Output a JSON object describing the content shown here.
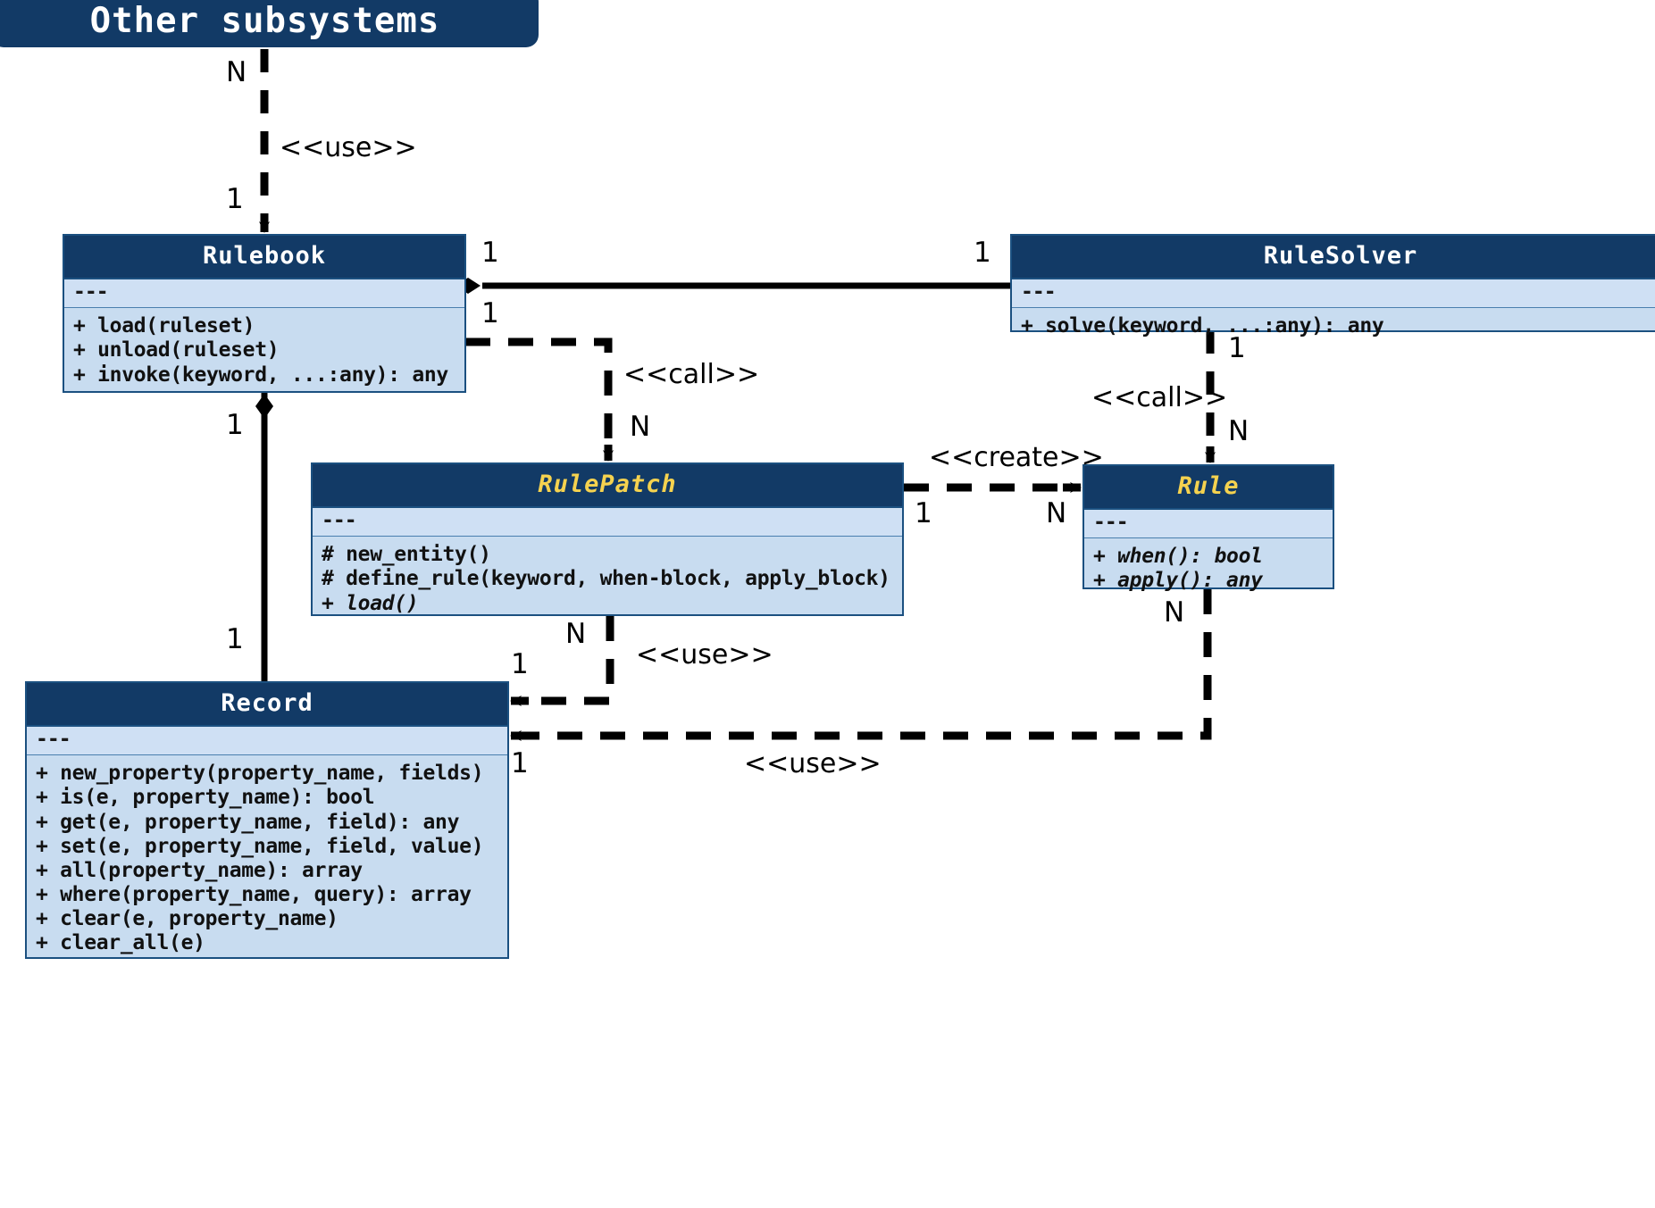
{
  "diagram": {
    "type": "uml-class-diagram",
    "banner": {
      "label": "Other subsystems"
    },
    "classes": [
      {
        "id": "rulebook",
        "name": "Rulebook",
        "abstract": false,
        "attributes": "---",
        "methods": [
          {
            "text": "+ load(ruleset)",
            "abstract": false
          },
          {
            "text": "+ unload(ruleset)",
            "abstract": false
          },
          {
            "text": "+ invoke(keyword, ...:any): any",
            "abstract": false
          }
        ]
      },
      {
        "id": "rulesolver",
        "name": "RuleSolver",
        "abstract": false,
        "attributes": "---",
        "methods": [
          {
            "text": "+ solve(keyword, ...:any): any",
            "abstract": false
          }
        ]
      },
      {
        "id": "rulepatch",
        "name": "RulePatch",
        "abstract": true,
        "attributes": "---",
        "methods": [
          {
            "text": "# new_entity()",
            "abstract": false
          },
          {
            "text": "# define_rule(keyword, when-block, apply_block)",
            "abstract": false
          },
          {
            "text": "+ load()",
            "abstract": true
          }
        ]
      },
      {
        "id": "rule",
        "name": "Rule",
        "abstract": true,
        "attributes": "---",
        "methods": [
          {
            "text": "+ when(): bool",
            "abstract": true
          },
          {
            "text": "+ apply(): any",
            "abstract": true
          }
        ]
      },
      {
        "id": "record",
        "name": "Record",
        "abstract": false,
        "attributes": "---",
        "methods": [
          {
            "text": "+ new_property(property_name, fields)",
            "abstract": false
          },
          {
            "text": "+ is(e, property_name): bool",
            "abstract": false
          },
          {
            "text": "+ get(e, property_name, field): any",
            "abstract": false
          },
          {
            "text": "+ set(e, property_name, field, value)",
            "abstract": false
          },
          {
            "text": "+ all(property_name): array",
            "abstract": false
          },
          {
            "text": "+ where(property_name, query): array",
            "abstract": false
          },
          {
            "text": "+ clear(e, property_name)",
            "abstract": false
          },
          {
            "text": "+ clear_all(e)",
            "abstract": false
          }
        ]
      }
    ],
    "relationships": [
      {
        "id": "subsystems-rulebook",
        "from": "Other subsystems",
        "to": "Rulebook",
        "stereotype": "<<use>>",
        "style": "dashed-arrow",
        "from_mult": "N",
        "to_mult": "1"
      },
      {
        "id": "rulebook-rulesolver",
        "from": "Rulebook",
        "to": "RuleSolver",
        "stereotype": "",
        "style": "composition",
        "from_mult": "1",
        "to_mult": "1"
      },
      {
        "id": "rulebook-rulepatch",
        "from": "Rulebook",
        "to": "RulePatch",
        "stereotype": "<<call>>",
        "style": "dashed-arrow",
        "from_mult": "1",
        "to_mult": "N"
      },
      {
        "id": "rulesolver-rule",
        "from": "RuleSolver",
        "to": "Rule",
        "stereotype": "<<call>>",
        "style": "dashed-arrow",
        "from_mult": "1",
        "to_mult": "N"
      },
      {
        "id": "rulepatch-rule",
        "from": "RulePatch",
        "to": "Rule",
        "stereotype": "<<create>>",
        "style": "dashed-arrow",
        "from_mult": "1",
        "to_mult": "N"
      },
      {
        "id": "rulebook-record",
        "from": "Rulebook",
        "to": "Record",
        "stereotype": "",
        "style": "composition",
        "from_mult": "1",
        "to_mult": "1"
      },
      {
        "id": "rulepatch-record",
        "from": "RulePatch",
        "to": "Record",
        "stereotype": "<<use>>",
        "style": "dashed-arrow",
        "from_mult": "N",
        "to_mult": "1"
      },
      {
        "id": "rule-record",
        "from": "Rule",
        "to": "Record",
        "stereotype": "<<use>>",
        "style": "dashed-arrow",
        "from_mult": "N",
        "to_mult": "1"
      }
    ],
    "edge_labels": {
      "use_top": "<<use>>",
      "call_rulebook_rulepatch": "<<call>>",
      "call_rulesolver_rule": "<<call>>",
      "create_rulepatch_rule": "<<create>>",
      "use_rulepatch_record": "<<use>>",
      "use_rule_record": "<<use>>"
    },
    "multiplicities": {
      "sub_n": "N",
      "sub_1": "1",
      "rb_solver_left": "1",
      "rb_solver_right": "1",
      "rb_patch_1": "1",
      "rb_patch_n": "N",
      "solver_rule_1": "1",
      "solver_rule_n": "N",
      "patch_rule_1": "1",
      "patch_rule_n": "N",
      "rb_record_top": "1",
      "rb_record_bottom": "1",
      "patch_record_n": "N",
      "patch_record_1": "1",
      "rule_record_n": "N",
      "rule_record_1": "1"
    },
    "colors": {
      "header_bg": "#123a66",
      "body_bg": "#c8dcf0",
      "attr_bg": "#cfe0f4",
      "border": "#1b5080",
      "abstract_title": "#f5d24f",
      "line": "#000000"
    }
  }
}
